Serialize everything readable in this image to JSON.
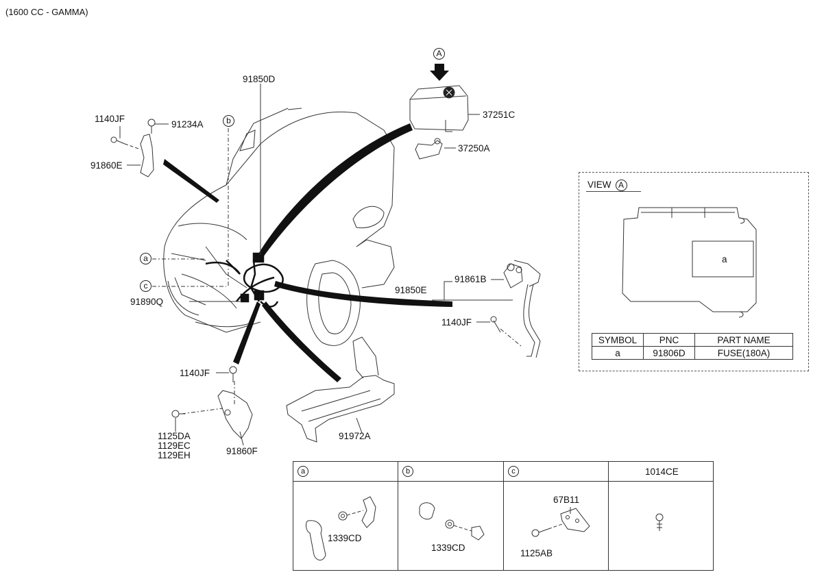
{
  "engine_title": "(1600 CC - GAMMA)",
  "callout_A": "A",
  "parts": {
    "p91850D": "91850D",
    "p37251C": "37251C",
    "p37250A": "37250A",
    "p1140JF_top": "1140JF",
    "p91234A": "91234A",
    "p91860E": "91860E",
    "p91861B": "91861B",
    "p91850E": "91850E",
    "p1140JF_right": "1140JF",
    "p91890Q": "91890Q",
    "p1140JF_bottom": "1140JF",
    "p1125DA": "1125DA",
    "p1129EC": "1129EC",
    "p1129EH": "1129EH",
    "p91860F": "91860F",
    "p91972A": "91972A"
  },
  "symbols": {
    "a": "a",
    "b": "b",
    "c": "c"
  },
  "view": {
    "label": "VIEW",
    "circle": "A",
    "fuse_box_symbol": "a",
    "table_headers": [
      "SYMBOL",
      "PNC",
      "PART NAME"
    ],
    "table_row": [
      "a",
      "91806D",
      "FUSE(180A)"
    ]
  },
  "detail_table": {
    "col_a": {
      "symbol": "a",
      "part": "1339CD"
    },
    "col_b": {
      "symbol": "b",
      "part": "1339CD"
    },
    "col_c": {
      "symbol": "c",
      "part_top": "67B11",
      "part_bottom": "1125AB"
    },
    "col_d": {
      "header": "1014CE"
    }
  }
}
